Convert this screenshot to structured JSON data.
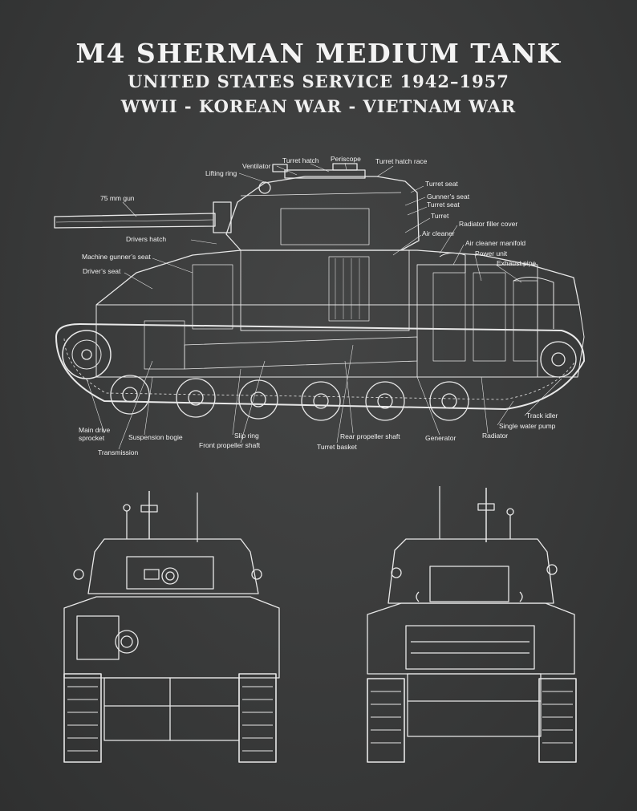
{
  "poster": {
    "title": "M4 SHERMAN MEDIUM TANK",
    "subtitle": "UNITED STATES SERVICE 1942–1957",
    "wars": "WWII - KOREAN WAR - VIETNAM WAR"
  },
  "labels": {
    "ventilator": "Ventilator",
    "turret_hatch": "Turret hatch",
    "periscope": "Periscope",
    "turret_hatch_race": "Turret hatch race",
    "lifting_ring": "Lifting ring",
    "gun_75mm": "75 mm gun",
    "turret_seat_1": "Turret seat",
    "gunners_seat": "Gunner’s seat",
    "turret_seat_2": "Turret seat",
    "turret": "Turret",
    "radiator_filler_cover": "Radiator filler cover",
    "drivers_hatch": "Drivers hatch",
    "air_cleaner": "Air cleaner",
    "air_cleaner_manifold": "Air cleaner manifold",
    "power_unit": "Power unit",
    "machine_gunners_seat": "Machine gunner’s seat",
    "exhaust_pipe": "Exhaust pipe",
    "drivers_seat": "Driver’s seat",
    "track_idler": "Track idler",
    "single_water_pump": "Single water pump",
    "main_drive_1": "Main drive",
    "main_drive_2": "sprocket",
    "suspension_bogie": "Suspension bogie",
    "slip_ring": "Slip ring",
    "rear_propeller_shaft": "Rear propeller shaft",
    "generator": "Generator",
    "radiator": "Radiator",
    "front_propeller_shaft": "Front propeller shaft",
    "turret_basket": "Turret basket",
    "transmission": "Transmission"
  },
  "colors": {
    "background": "#3a3b3b",
    "chalk": "#f2f2f2"
  }
}
